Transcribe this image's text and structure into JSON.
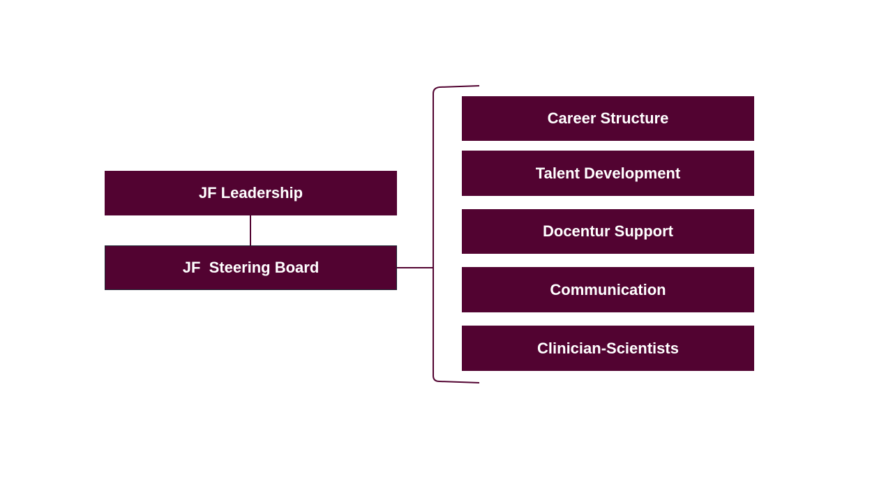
{
  "leadership": {
    "label": "JF Leadership"
  },
  "steering_board": {
    "label": "JF  Steering Board"
  },
  "workgroups": [
    {
      "label": "Career Structure"
    },
    {
      "label": "Talent Development"
    },
    {
      "label": "Docentur Support"
    },
    {
      "label": "Communication"
    },
    {
      "label": "Clinician-Scientists"
    }
  ],
  "colors": {
    "box_fill": "#520331",
    "box_text": "#ffffff",
    "connector": "#520331"
  }
}
